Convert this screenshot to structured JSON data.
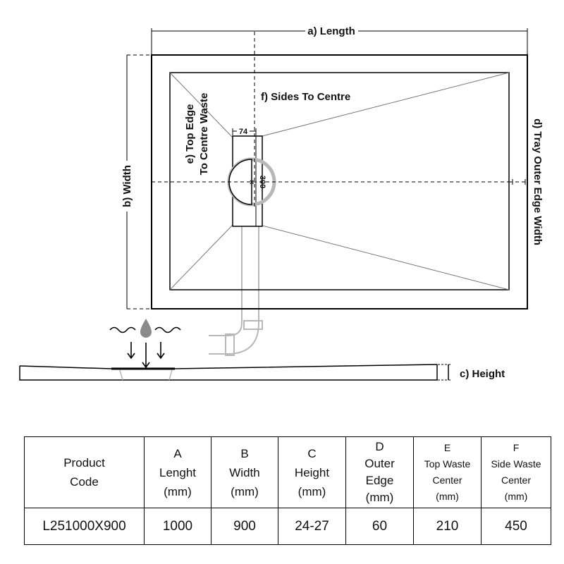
{
  "diagram": {
    "labels": {
      "length": "a) Length",
      "width": "b) Width",
      "height": "c) Height",
      "outer_edge": "d) Tray Outer Edge Width",
      "top_edge_line1": "e) Top Edge",
      "top_edge_line2": "To Centre Waste",
      "sides": "f) Sides To Centre",
      "dim_74": "74",
      "dim_300": "300"
    },
    "colors": {
      "line": "#000000",
      "pipe": "#b8b8b8",
      "water": "#8a8a8a"
    }
  },
  "table": {
    "headers": [
      {
        "lines": [
          "Product",
          "Code"
        ]
      },
      {
        "lines": [
          "A",
          "Lenght",
          "(mm)"
        ]
      },
      {
        "lines": [
          "B",
          "Width",
          "(mm)"
        ]
      },
      {
        "lines": [
          "C",
          "Height",
          "(mm)"
        ]
      },
      {
        "lines": [
          "D",
          "Outer",
          "Edge",
          "(mm)"
        ]
      },
      {
        "lines": [
          "E",
          "Top Waste",
          "Center",
          "(mm)"
        ]
      },
      {
        "lines": [
          "F",
          "Side Waste",
          "Center",
          "(mm)"
        ]
      }
    ],
    "rows": [
      [
        "L251000X900",
        "1000",
        "900",
        "24-27",
        "60",
        "210",
        "450"
      ]
    ]
  }
}
